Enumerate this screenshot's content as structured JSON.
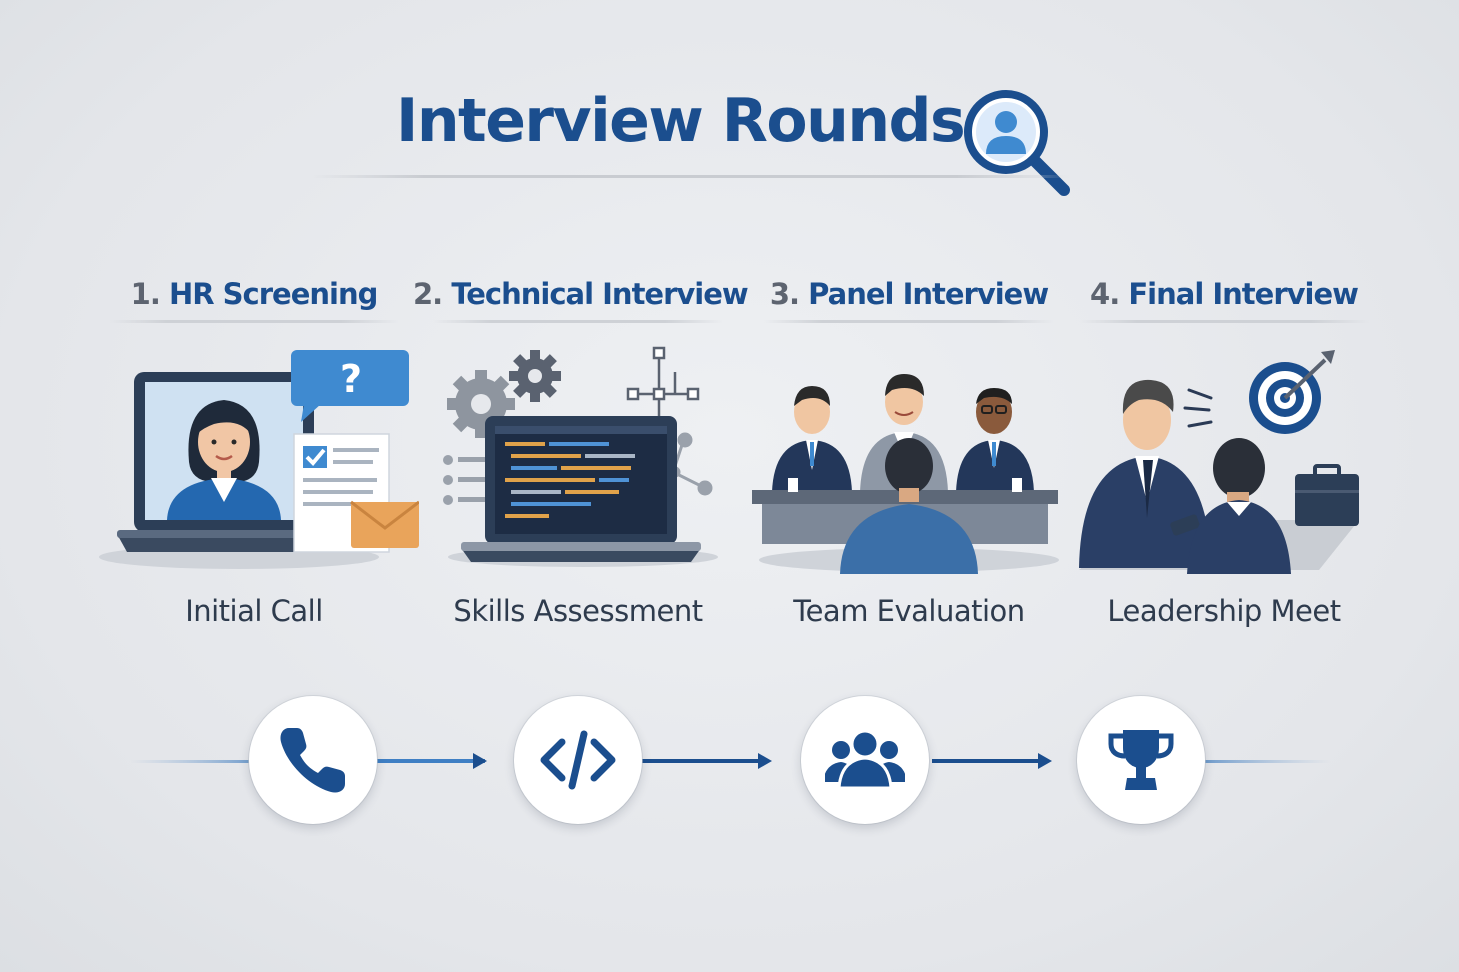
{
  "header": {
    "title": "Interview Rounds",
    "icon": "magnifier-person-icon"
  },
  "colors": {
    "primary": "#1b4e8e",
    "accent": "#3f7fc4",
    "number_gray": "#5d6470",
    "caption": "#2e3b4d",
    "envelope": "#e9a45b"
  },
  "stages": [
    {
      "number": "1.",
      "name": "HR Screening",
      "caption": "Initial Call",
      "illustration": "video-call-recruiter-illustration",
      "flow_icon": "phone-icon"
    },
    {
      "number": "2.",
      "name": "Technical Interview",
      "caption": "Skills Assessment",
      "illustration": "laptop-code-gears-illustration",
      "flow_icon": "code-icon"
    },
    {
      "number": "3.",
      "name": "Panel Interview",
      "caption": "Team Evaluation",
      "illustration": "panel-table-illustration",
      "flow_icon": "team-icon"
    },
    {
      "number": "4.",
      "name": "Final Interview",
      "caption": "Leadership Meet",
      "illustration": "executive-target-illustration",
      "flow_icon": "trophy-icon"
    }
  ]
}
